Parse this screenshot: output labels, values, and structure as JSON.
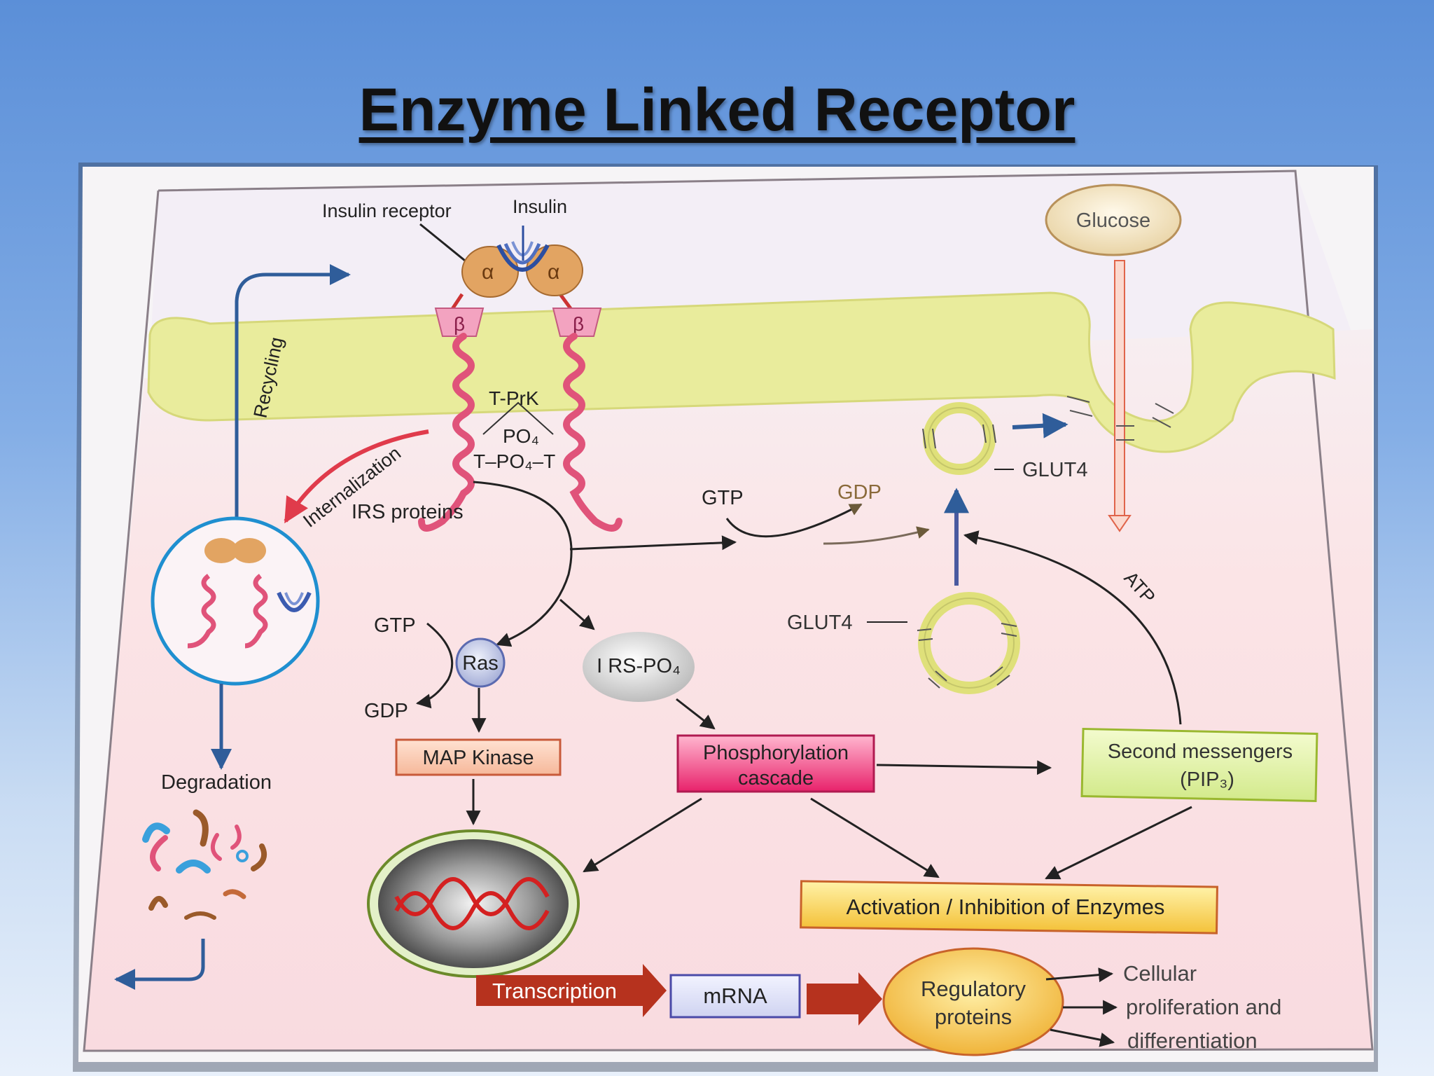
{
  "slide": {
    "title": "Enzyme Linked Receptor"
  },
  "diagram": {
    "insulin_receptor_label": "Insulin receptor",
    "insulin_label": "Insulin",
    "alpha": "α",
    "beta": "β",
    "tprk": "T-PrK",
    "po4_top": "PO₄",
    "t_po4": "T–PO₄–T",
    "recycling": "Recycling",
    "internalization": "Internalization",
    "irs_proteins": "IRS proteins",
    "degradation": "Degradation",
    "gtp_top": "GTP",
    "gdp_top": "GDP",
    "gtp_left": "GTP",
    "gdp_left": "GDP",
    "ras": "Ras",
    "irs_po4": "I RS-PO₄",
    "map_kinase": "MAP Kinase",
    "phosphorylation_line1": "Phosphorylation",
    "phosphorylation_line2": "cascade",
    "second_messengers_line1": "Second messengers",
    "second_messengers_line2": "(PIP₃)",
    "activation": "Activation / Inhibition of Enzymes",
    "transcription": "Transcription",
    "mrna": "mRNA",
    "regulatory_line1": "Regulatory",
    "regulatory_line2": "proteins",
    "cellular_line1": "Cellular",
    "cellular_line2": "proliferation and",
    "cellular_line3": "differentiation",
    "glucose": "Glucose",
    "glut4_top": "GLUT4",
    "glut4_bottom": "GLUT4",
    "atp": "ATP"
  }
}
